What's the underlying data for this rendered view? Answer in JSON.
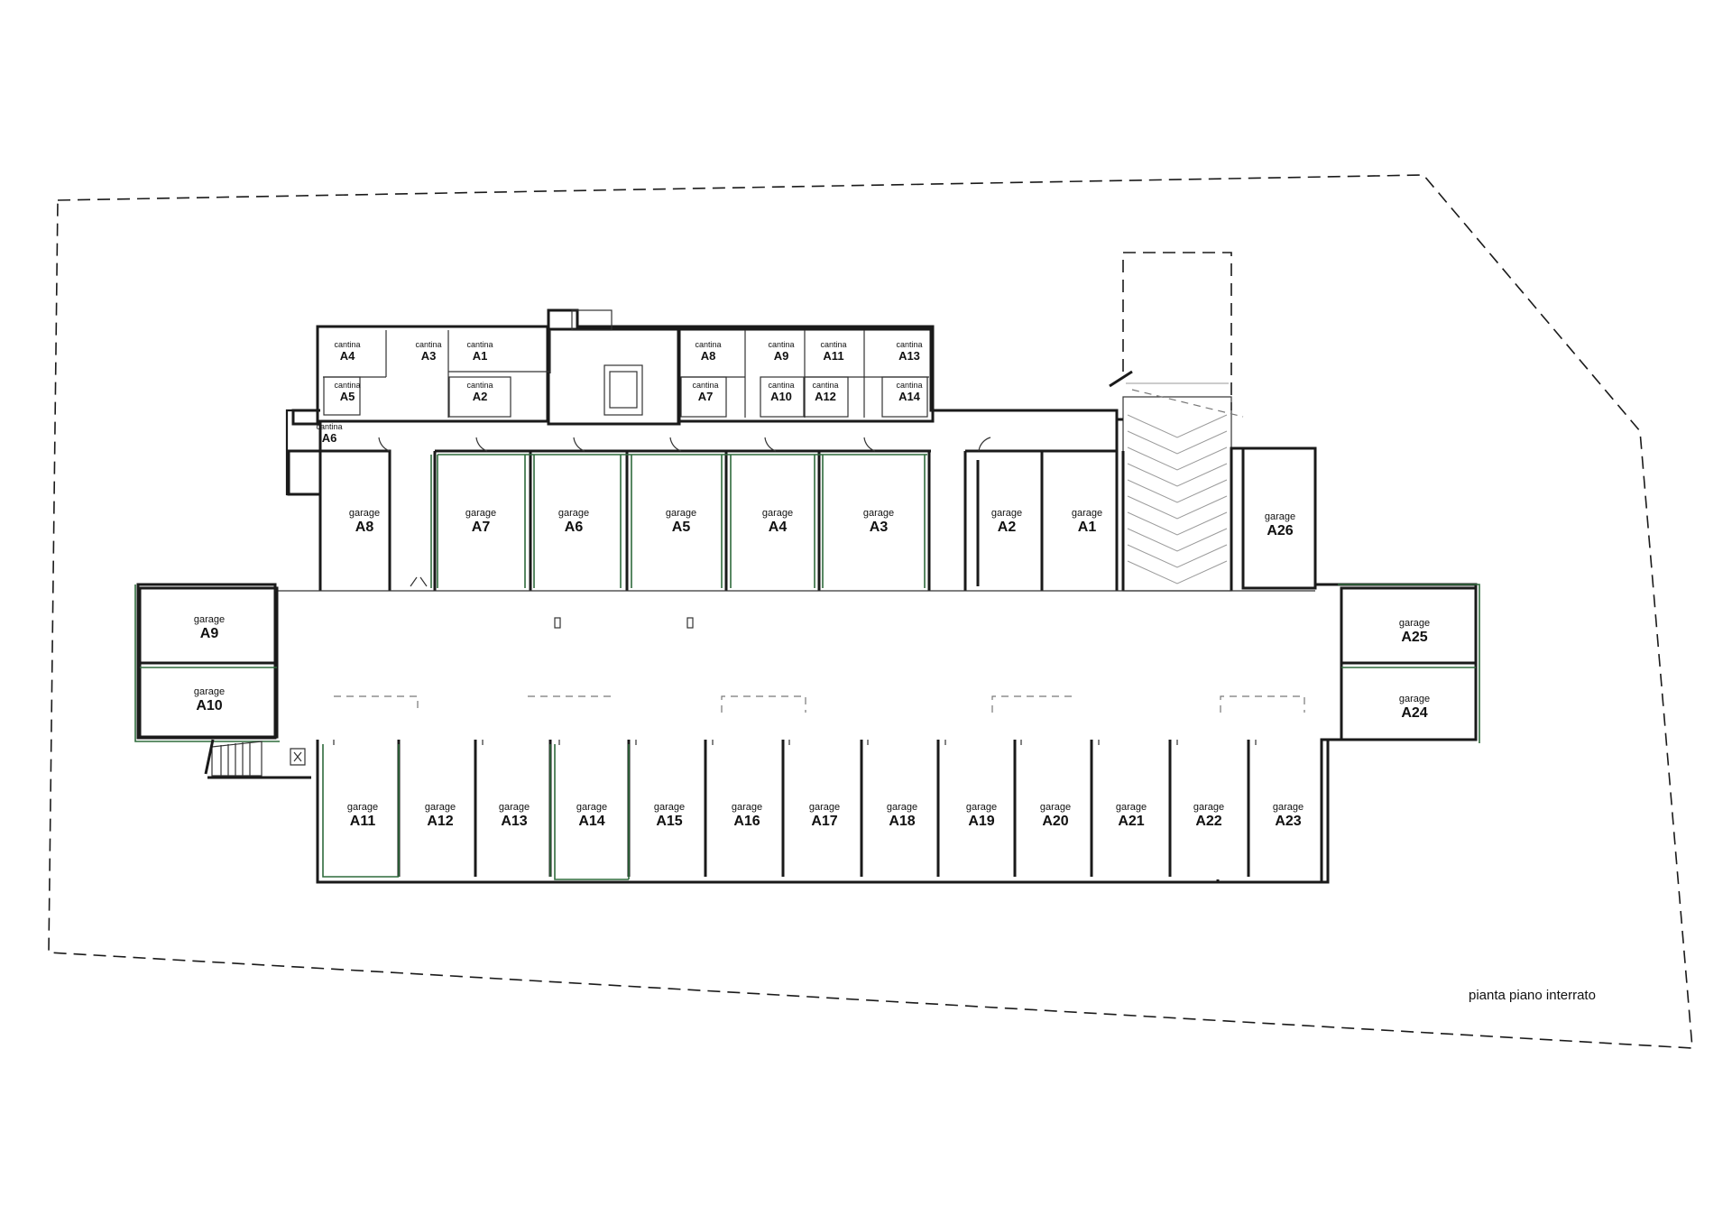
{
  "caption": "pianta piano interrato",
  "garage_word": "garage",
  "cantina_word": "cantina",
  "garages_top": [
    "A8",
    "A7",
    "A6",
    "A5",
    "A4",
    "A3",
    "A2",
    "A1"
  ],
  "garage_a26": "A26",
  "garages_left": [
    "A9",
    "A10"
  ],
  "garages_right": [
    "A25",
    "A24"
  ],
  "garages_bottom": [
    "A11",
    "A12",
    "A13",
    "A14",
    "A15",
    "A16",
    "A17",
    "A18",
    "A19",
    "A20",
    "A21",
    "A22",
    "A23"
  ],
  "cantine_left": [
    "A4",
    "A3",
    "A1",
    "A5",
    "A2",
    "A6"
  ],
  "cantine_right": [
    "A8",
    "A9",
    "A11",
    "A13",
    "A7",
    "A10",
    "A12",
    "A14"
  ]
}
